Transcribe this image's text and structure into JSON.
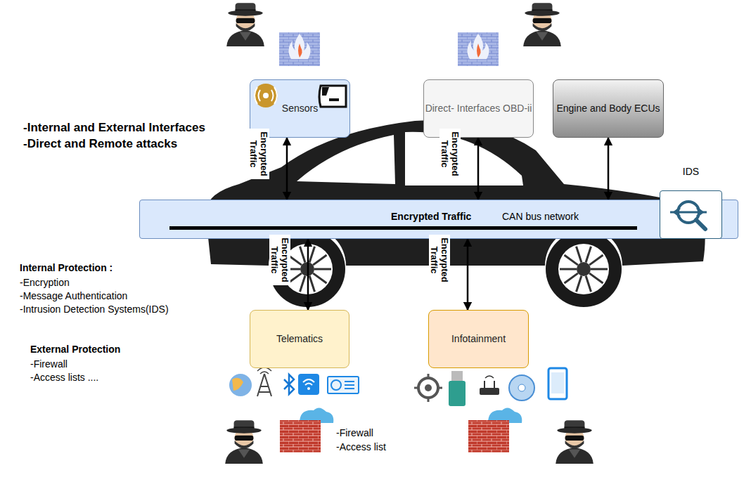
{
  "diagram": {
    "nodes": [
      {
        "text": [
          "Sensors"
        ]
      },
      {
        "text": [
          "Direct- Interfaces OBD-ii"
        ]
      },
      {
        "text": [
          "Engine and Body ECUs"
        ]
      },
      {
        "text": [
          "Encrypted Traffic",
          "CAN bus network"
        ]
      },
      {
        "text": [
          "IDS"
        ],
        "in": 3
      },
      {
        "text": [
          "Telematics"
        ]
      },
      {
        "text": [
          "Infotainment"
        ]
      }
    ],
    "edges": [
      {
        "from": 0,
        "to": 3,
        "arrow": "both",
        "label": "Encrypted Traffic"
      },
      {
        "from": 1,
        "to": 3,
        "arrow": "both",
        "label": "Encrypted Traffic"
      },
      {
        "from": 2,
        "to": 3,
        "arrow": "both"
      },
      {
        "from": 5,
        "to": 3,
        "arrow": "both",
        "label": "Encrypted Traffic"
      },
      {
        "from": 6,
        "to": 3,
        "arrow": "both",
        "label": "Encrypted Traffic"
      }
    ],
    "labels": [
      "-Internal and External Interfaces",
      "-Direct and Remote attacks",
      "Internal Protection :",
      "-Encryption",
      "-Message Authentication",
      "-Intrusion Detection Systems(IDS)",
      "External Protection",
      "-Firewall",
      "-Access lists ....",
      "-Firewall",
      "-Access list"
    ]
  }
}
